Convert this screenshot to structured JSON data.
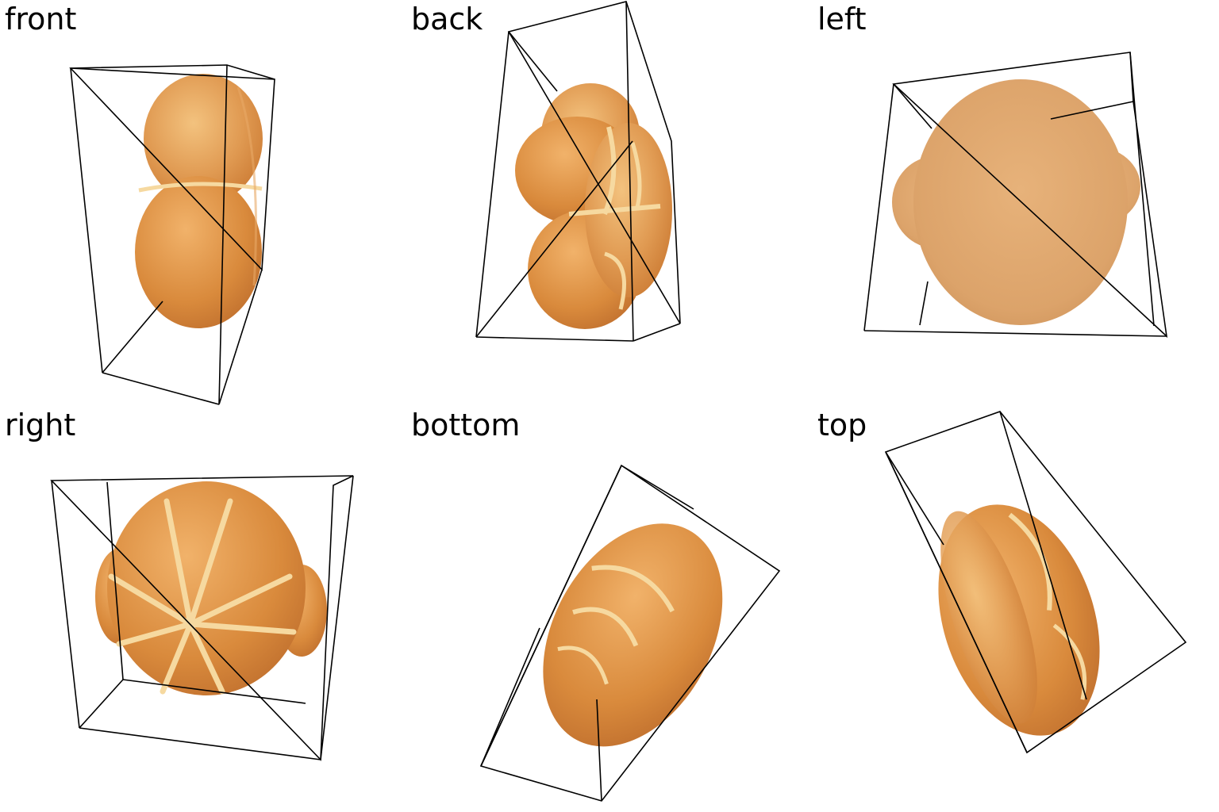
{
  "views": [
    {
      "id": "front",
      "label": "front"
    },
    {
      "id": "back",
      "label": "back"
    },
    {
      "id": "left",
      "label": "left"
    },
    {
      "id": "right",
      "label": "right"
    },
    {
      "id": "bottom",
      "label": "bottom"
    },
    {
      "id": "top",
      "label": "top"
    }
  ],
  "colors": {
    "bread_light": "#f3c27e",
    "bread_mid": "#e09a52",
    "bread_dark": "#c8752e",
    "crust_ridge": "#f6d9a0",
    "box_stroke": "#000000",
    "background": "#ffffff"
  }
}
